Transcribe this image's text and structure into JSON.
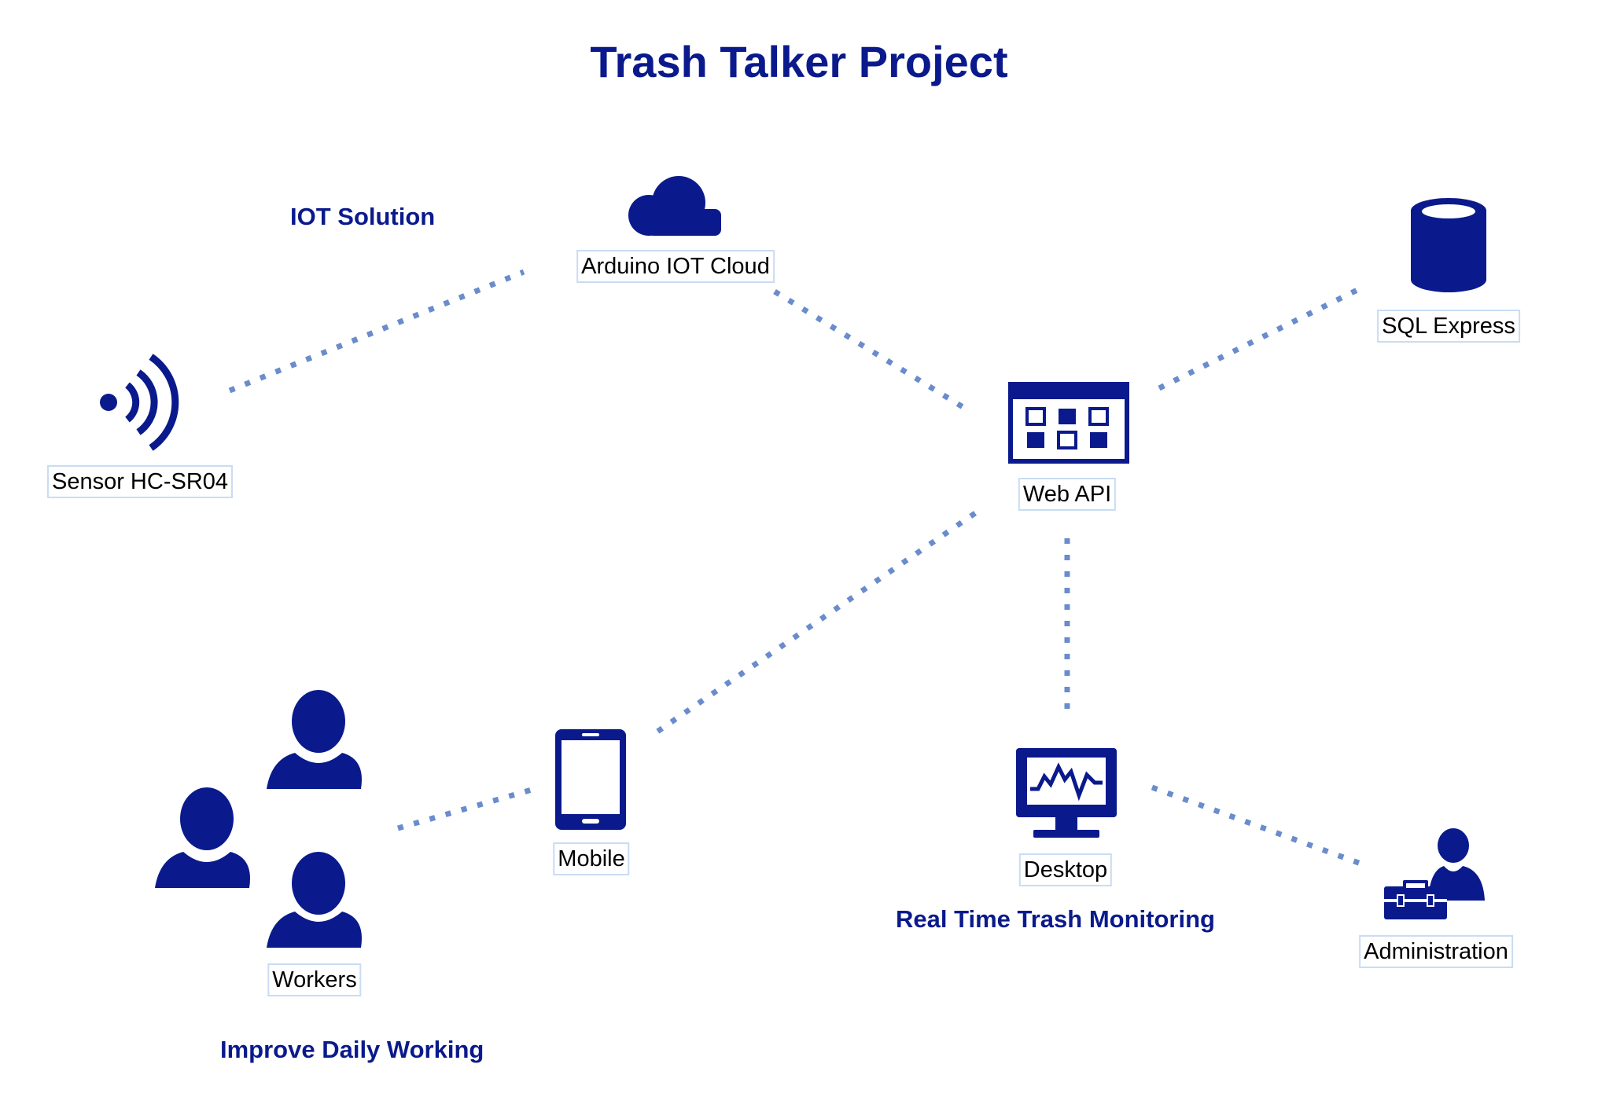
{
  "title": "Trash Talker Project",
  "sections": {
    "iot": "IOT Solution",
    "realtime": "Real Time Trash Monitoring",
    "daily": "Improve Daily Working"
  },
  "nodes": {
    "cloud": {
      "label": "Arduino IOT Cloud",
      "icon": "cloud-icon"
    },
    "sensor": {
      "label": "Sensor HC-SR04",
      "icon": "wifi-signal-icon"
    },
    "webapi": {
      "label": "Web API",
      "icon": "web-app-icon"
    },
    "sql": {
      "label": "SQL Express",
      "icon": "database-icon"
    },
    "mobile": {
      "label": "Mobile",
      "icon": "mobile-phone-icon"
    },
    "desktop": {
      "label": "Desktop",
      "icon": "desktop-monitor-icon"
    },
    "workers": {
      "label": "Workers",
      "icon": "users-group-icon"
    },
    "admin": {
      "label": "Administration",
      "icon": "admin-toolbox-icon"
    }
  },
  "colors": {
    "icon": "#0a1a8c",
    "connector": "#6a8ccc",
    "label_border": "#c9dcf3"
  }
}
